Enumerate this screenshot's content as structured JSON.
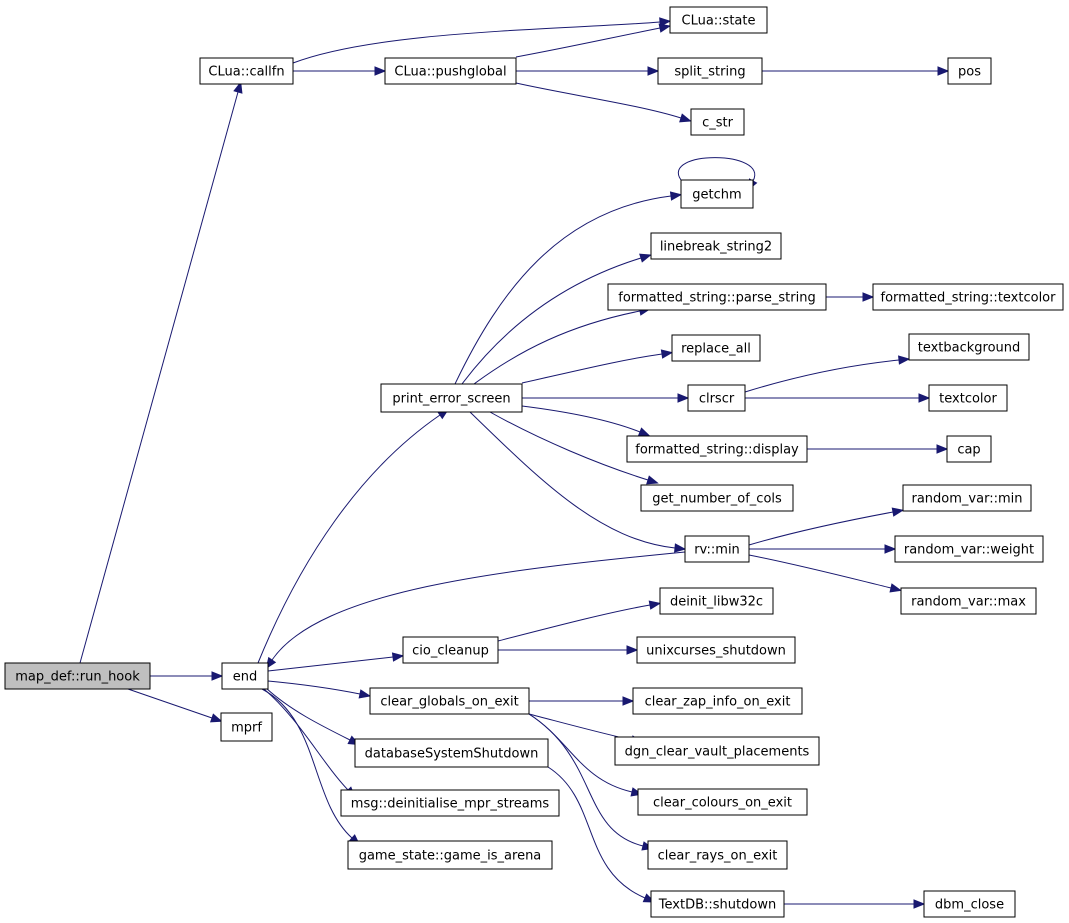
{
  "graph": {
    "type": "call-graph",
    "root": "map_def::run_hook",
    "colors": {
      "edge": "#191970",
      "root_fill": "#bfbfbf",
      "node_fill": "#ffffff",
      "node_border": "#000000"
    },
    "nodes": [
      {
        "id": "map_def_run_hook",
        "label": "map_def::run_hook",
        "root": true
      },
      {
        "id": "clua_callfn",
        "label": "CLua::callfn"
      },
      {
        "id": "clua_state",
        "label": "CLua::state"
      },
      {
        "id": "clua_pushglobal",
        "label": "CLua::pushglobal"
      },
      {
        "id": "split_string",
        "label": "split_string"
      },
      {
        "id": "pos",
        "label": "pos"
      },
      {
        "id": "c_str",
        "label": "c_str"
      },
      {
        "id": "getchm",
        "label": "getchm"
      },
      {
        "id": "linebreak_string2",
        "label": "linebreak_string2"
      },
      {
        "id": "fs_parse_string",
        "label": "formatted_string::parse_string"
      },
      {
        "id": "fs_textcolor",
        "label": "formatted_string::textcolor"
      },
      {
        "id": "replace_all",
        "label": "replace_all"
      },
      {
        "id": "textbackground",
        "label": "textbackground"
      },
      {
        "id": "print_error_screen",
        "label": "print_error_screen"
      },
      {
        "id": "clrscr",
        "label": "clrscr"
      },
      {
        "id": "textcolor",
        "label": "textcolor"
      },
      {
        "id": "fs_display",
        "label": "formatted_string::display"
      },
      {
        "id": "cap",
        "label": "cap"
      },
      {
        "id": "get_number_of_cols",
        "label": "get_number_of_cols"
      },
      {
        "id": "random_var_min",
        "label": "random_var::min"
      },
      {
        "id": "rv_min",
        "label": "rv::min"
      },
      {
        "id": "random_var_weight",
        "label": "random_var::weight"
      },
      {
        "id": "random_var_max",
        "label": "random_var::max"
      },
      {
        "id": "deinit_libw32c",
        "label": "deinit_libw32c"
      },
      {
        "id": "cio_cleanup",
        "label": "cio_cleanup"
      },
      {
        "id": "unixcurses_shutdown",
        "label": "unixcurses_shutdown"
      },
      {
        "id": "end",
        "label": "end"
      },
      {
        "id": "clear_globals_on_exit",
        "label": "clear_globals_on_exit"
      },
      {
        "id": "clear_zap_info_on_exit",
        "label": "clear_zap_info_on_exit"
      },
      {
        "id": "mprf",
        "label": "mprf"
      },
      {
        "id": "databaseSystemShutdown",
        "label": "databaseSystemShutdown"
      },
      {
        "id": "dgn_clear_vault_placements",
        "label": "dgn_clear_vault_placements"
      },
      {
        "id": "msg_deinit",
        "label": "msg::deinitialise_mpr_streams"
      },
      {
        "id": "clear_colours_on_exit",
        "label": "clear_colours_on_exit"
      },
      {
        "id": "game_is_arena",
        "label": "game_state::game_is_arena"
      },
      {
        "id": "clear_rays_on_exit",
        "label": "clear_rays_on_exit"
      },
      {
        "id": "textdb_shutdown",
        "label": "TextDB::shutdown"
      },
      {
        "id": "dbm_close",
        "label": "dbm_close"
      }
    ],
    "edges": [
      [
        "map_def_run_hook",
        "clua_callfn"
      ],
      [
        "map_def_run_hook",
        "end"
      ],
      [
        "map_def_run_hook",
        "mprf"
      ],
      [
        "clua_callfn",
        "clua_state"
      ],
      [
        "clua_callfn",
        "clua_pushglobal"
      ],
      [
        "clua_pushglobal",
        "clua_state"
      ],
      [
        "clua_pushglobal",
        "split_string"
      ],
      [
        "clua_pushglobal",
        "c_str"
      ],
      [
        "split_string",
        "pos"
      ],
      [
        "getchm",
        "getchm"
      ],
      [
        "print_error_screen",
        "getchm"
      ],
      [
        "print_error_screen",
        "linebreak_string2"
      ],
      [
        "print_error_screen",
        "fs_parse_string"
      ],
      [
        "print_error_screen",
        "replace_all"
      ],
      [
        "print_error_screen",
        "clrscr"
      ],
      [
        "print_error_screen",
        "fs_display"
      ],
      [
        "print_error_screen",
        "get_number_of_cols"
      ],
      [
        "print_error_screen",
        "rv_min"
      ],
      [
        "fs_parse_string",
        "fs_textcolor"
      ],
      [
        "clrscr",
        "textbackground"
      ],
      [
        "clrscr",
        "textcolor"
      ],
      [
        "fs_display",
        "cap"
      ],
      [
        "rv_min",
        "random_var_min"
      ],
      [
        "rv_min",
        "random_var_weight"
      ],
      [
        "rv_min",
        "random_var_max"
      ],
      [
        "rv_min",
        "end"
      ],
      [
        "end",
        "print_error_screen"
      ],
      [
        "end",
        "cio_cleanup"
      ],
      [
        "end",
        "clear_globals_on_exit"
      ],
      [
        "end",
        "databaseSystemShutdown"
      ],
      [
        "end",
        "msg_deinit"
      ],
      [
        "end",
        "game_is_arena"
      ],
      [
        "cio_cleanup",
        "deinit_libw32c"
      ],
      [
        "cio_cleanup",
        "unixcurses_shutdown"
      ],
      [
        "clear_globals_on_exit",
        "clear_zap_info_on_exit"
      ],
      [
        "clear_globals_on_exit",
        "dgn_clear_vault_placements"
      ],
      [
        "clear_globals_on_exit",
        "clear_colours_on_exit"
      ],
      [
        "clear_globals_on_exit",
        "clear_rays_on_exit"
      ],
      [
        "databaseSystemShutdown",
        "textdb_shutdown"
      ],
      [
        "textdb_shutdown",
        "dbm_close"
      ]
    ]
  }
}
